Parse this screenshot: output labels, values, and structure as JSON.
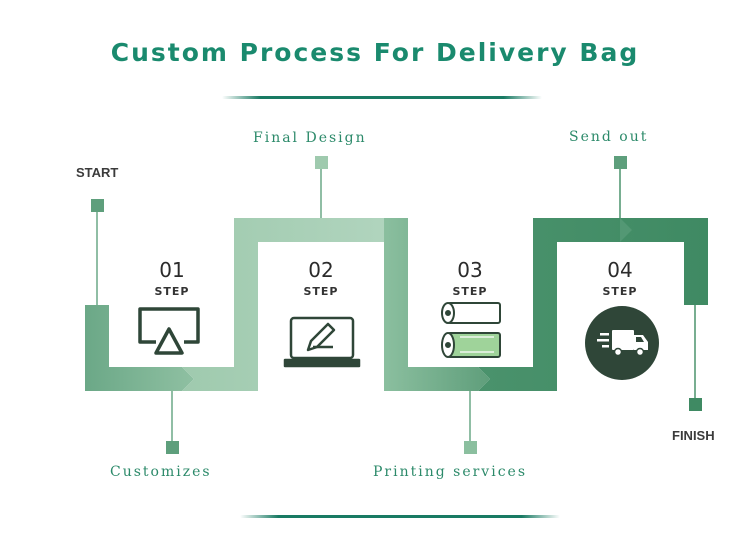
{
  "title": "Custom Process For Delivery Bag",
  "labels": {
    "start": "START",
    "finish": "FINISH",
    "final_design": "Final Design",
    "send_out": "Send out",
    "customizes": "Customizes",
    "printing_services": "Printing services"
  },
  "steps": [
    {
      "number": "01",
      "word": "STEP",
      "icon": "screen-cast-icon"
    },
    {
      "number": "02",
      "word": "STEP",
      "icon": "laptop-pen-icon"
    },
    {
      "number": "03",
      "word": "STEP",
      "icon": "film-rolls-icon"
    },
    {
      "number": "04",
      "word": "STEP",
      "icon": "delivery-truck-icon"
    }
  ],
  "colors": {
    "title": "#1a8a6e",
    "band_dark": "#5e9f7c",
    "band_light": "#9fcaae",
    "band_darkest": "#3f8a63",
    "icon_dark": "#2f4638",
    "connector": "#5e9f7c"
  }
}
